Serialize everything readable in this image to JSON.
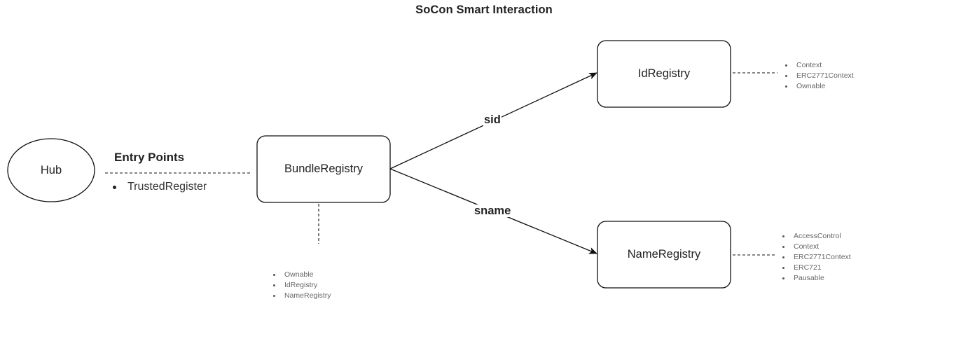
{
  "title": "SoCon  Smart Interaction",
  "nodes": {
    "hub": "Hub",
    "bundle_registry": "BundleRegistry",
    "id_registry": "IdRegistry",
    "name_registry": "NameRegistry"
  },
  "edges": {
    "sid": "sid",
    "sname": "sname"
  },
  "entry_points": {
    "title": "Entry Points",
    "items": [
      "TrustedRegister"
    ]
  },
  "bundle_registry_deps": [
    "Ownable",
    "IdRegistry",
    "NameRegistry"
  ],
  "id_registry_deps": [
    "Context",
    "ERC2771Context",
    "Ownable"
  ],
  "name_registry_deps": [
    "AccessControl",
    "Context",
    "ERC2771Context",
    "ERC721",
    "Pausable"
  ]
}
